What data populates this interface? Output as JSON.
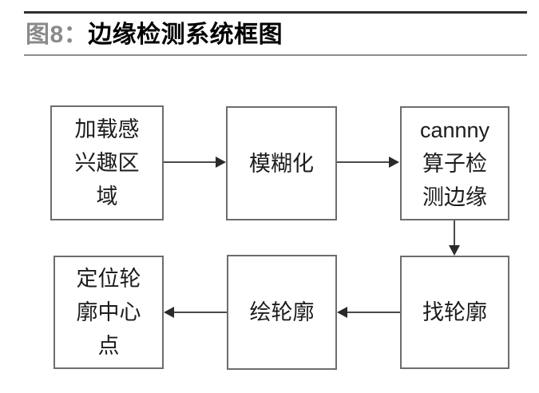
{
  "figure": {
    "caption_number": "图8：",
    "caption_title": "边缘检测系统框图",
    "rule_color_top": "#2f2f2f",
    "rule_color_bottom": "#8d8d8d"
  },
  "diagram": {
    "type": "flowchart",
    "box_border_color": "#6d6d6d",
    "connector_color": "#4a4a4a",
    "text_color": "#1c1c1c",
    "nodes": [
      {
        "id": "load-roi",
        "label": "加载感\n兴趣区\n域",
        "row": 1,
        "col": 1
      },
      {
        "id": "blur",
        "label": "模糊化",
        "row": 1,
        "col": 2
      },
      {
        "id": "canny",
        "label": "cannny\n算子检\n测边缘",
        "row": 1,
        "col": 3
      },
      {
        "id": "locate-center",
        "label": "定位轮\n廓中心\n点",
        "row": 2,
        "col": 1
      },
      {
        "id": "draw-contour",
        "label": "绘轮廓",
        "row": 2,
        "col": 2
      },
      {
        "id": "find-contour",
        "label": "找轮廓",
        "row": 2,
        "col": 3
      }
    ],
    "edges": [
      {
        "from": "load-roi",
        "to": "blur",
        "direction": "right"
      },
      {
        "from": "blur",
        "to": "canny",
        "direction": "right"
      },
      {
        "from": "canny",
        "to": "find-contour",
        "direction": "down"
      },
      {
        "from": "find-contour",
        "to": "draw-contour",
        "direction": "left"
      },
      {
        "from": "draw-contour",
        "to": "locate-center",
        "direction": "left"
      }
    ]
  }
}
